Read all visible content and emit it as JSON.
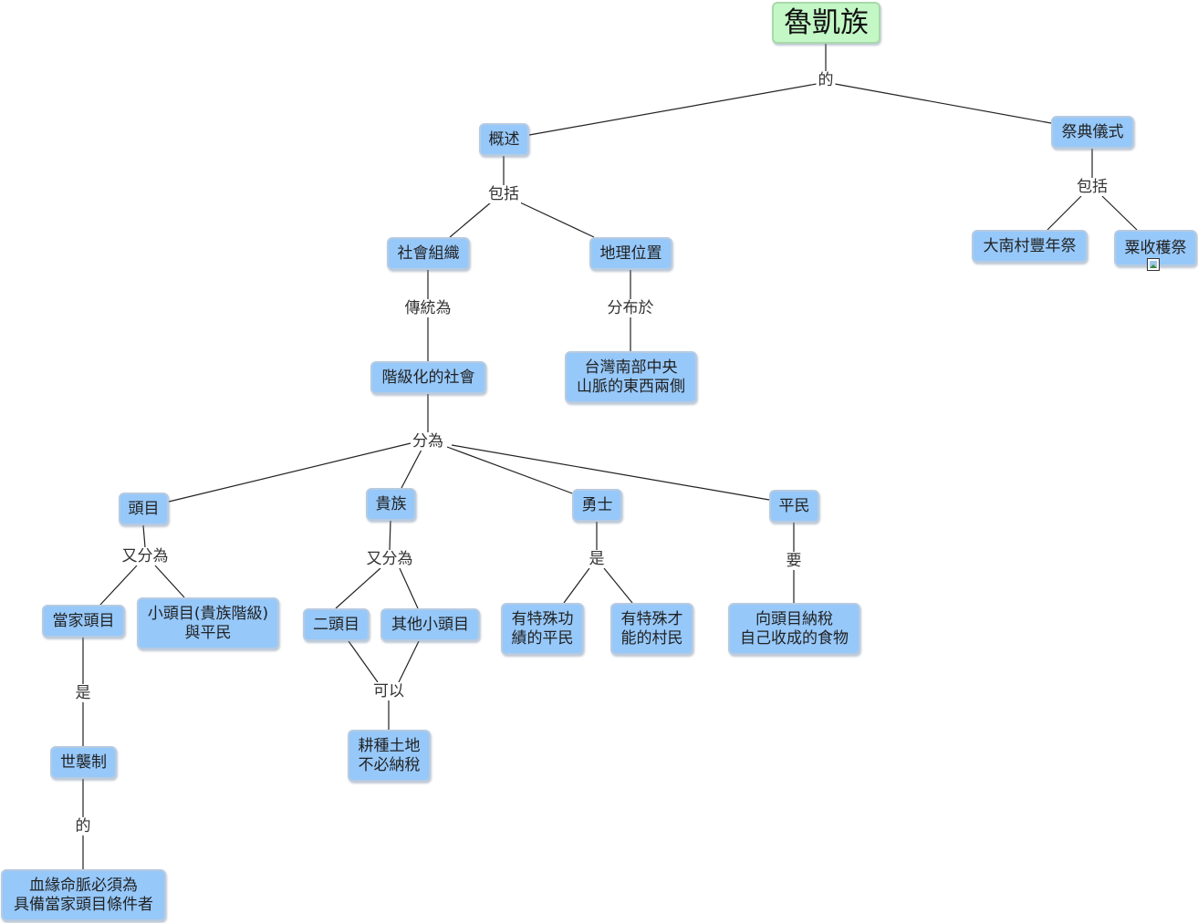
{
  "nodes": {
    "root": "魯凱族",
    "overview": "概述",
    "ceremony": "祭典儀式",
    "social": "社會組織",
    "geo": "地理位置",
    "hier": "階級化的社會",
    "taiwan": [
      "台灣南部中央",
      "山脈的東西兩側"
    ],
    "danan": "大南村豐年祭",
    "millet": "粟收穫祭",
    "chief": "頭目",
    "noble": "貴族",
    "warrior": "勇士",
    "commoner": "平民",
    "head": "當家頭目",
    "small": [
      "小頭目(貴族階級)",
      "與平民"
    ],
    "second": "二頭目",
    "other": "其他小頭目",
    "special_merit": [
      "有特殊功",
      "績的平民"
    ],
    "special_talent": [
      "有特殊才",
      "能的村民"
    ],
    "tax": [
      "向頭目納稅",
      "自己收成的食物"
    ],
    "hereditary": "世襲制",
    "land": [
      "耕種土地",
      "不必納稅"
    ],
    "blood": [
      "血緣命脈必須為",
      "具備當家頭目條件者"
    ]
  },
  "links": {
    "root_of": "的",
    "overview_includes": "包括",
    "ceremony_includes": "包括",
    "social_trad": "傳統為",
    "geo_dist": "分布於",
    "hier_divide": "分為",
    "chief_sub": "又分為",
    "noble_sub": "又分為",
    "warrior_is": "是",
    "commoner_must": "要",
    "head_is": "是",
    "nobles_can": "可以",
    "hereditary_of": "的"
  },
  "icons": {
    "millet_attachment": "image-icon"
  },
  "colors": {
    "node": "#96c8fa",
    "root": "#c3f7c5",
    "line": "#222222"
  }
}
